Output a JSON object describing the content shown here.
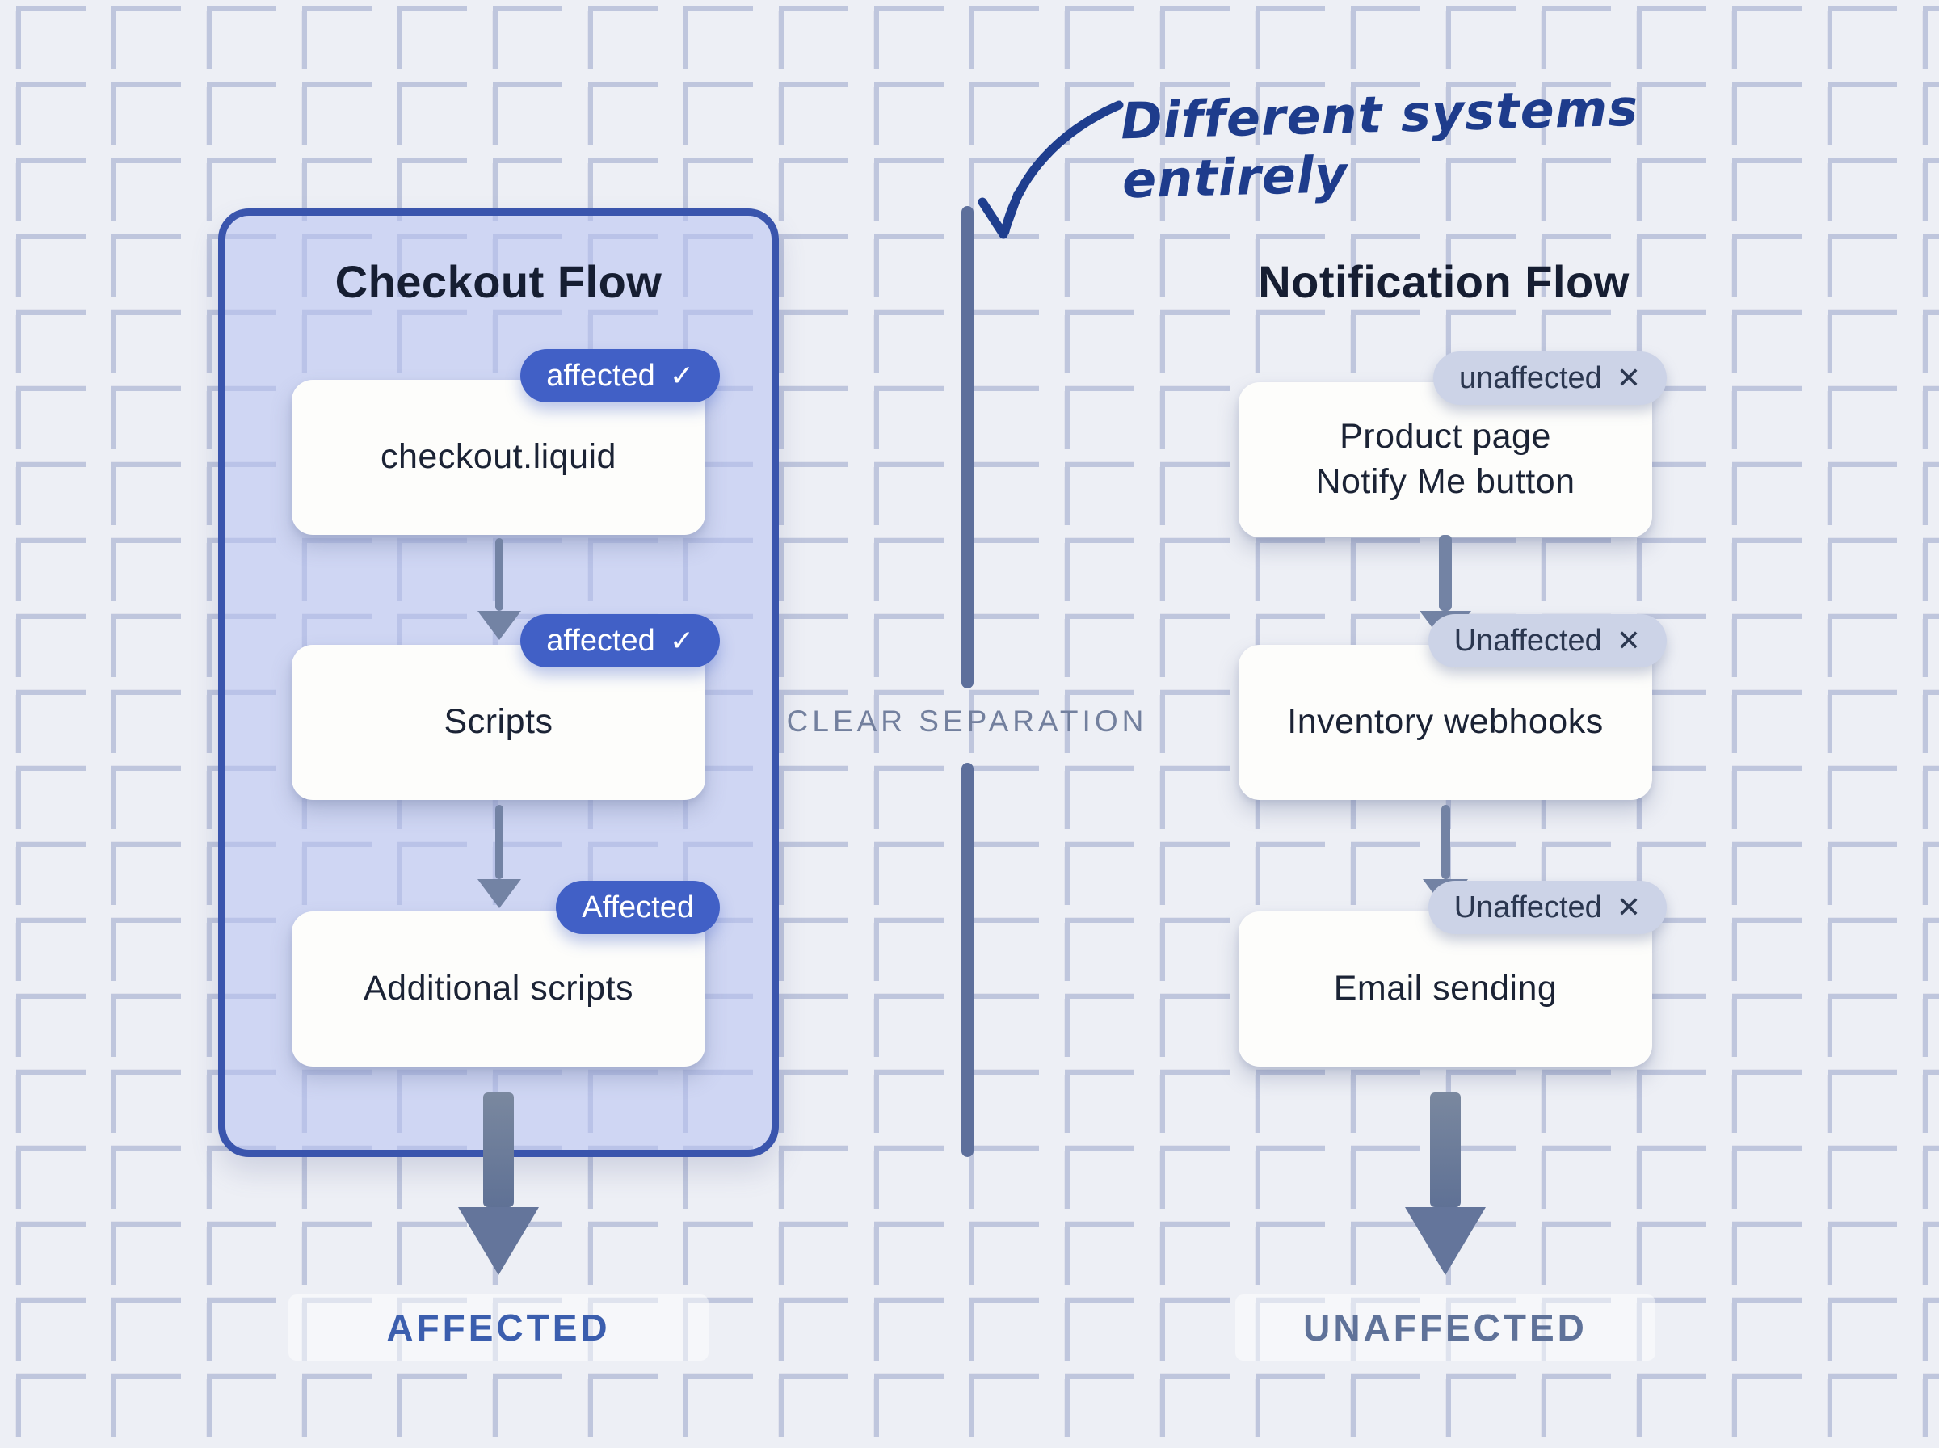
{
  "annotation": {
    "text": "Different systems entirely"
  },
  "separator": {
    "label": "CLEAR SEPARATION"
  },
  "colors": {
    "background": "#edeff5",
    "grid_line": "#b7bfd9",
    "panel_fill": "#c6cdef",
    "panel_border": "#3a55ad",
    "affected_badge": "#4160c6",
    "unaffected_badge": "#ccd3e7",
    "separator_line": "#5d6f9b",
    "annotation_ink": "#1e3c8c",
    "affected_result_text": "#3b5eae",
    "unaffected_result_text": "#5f7299"
  },
  "checkout_flow": {
    "title": "Checkout Flow",
    "result_label": "AFFECTED",
    "nodes": [
      {
        "label": "checkout.liquid",
        "badge_label": "affected",
        "badge_icon": "✓"
      },
      {
        "label": "Scripts",
        "badge_label": "affected",
        "badge_icon": "✓"
      },
      {
        "label": "Additional scripts",
        "badge_label": "Affected",
        "badge_icon": ""
      }
    ]
  },
  "notification_flow": {
    "title": "Notification Flow",
    "result_label": "UNAFFECTED",
    "nodes": [
      {
        "label": "Product page\nNotify Me button",
        "badge_label": "unaffected",
        "badge_icon": "✕"
      },
      {
        "label": "Inventory webhooks",
        "badge_label": "Unaffected",
        "badge_icon": "✕"
      },
      {
        "label": "Email sending",
        "badge_label": "Unaffected",
        "badge_icon": "✕"
      }
    ]
  }
}
